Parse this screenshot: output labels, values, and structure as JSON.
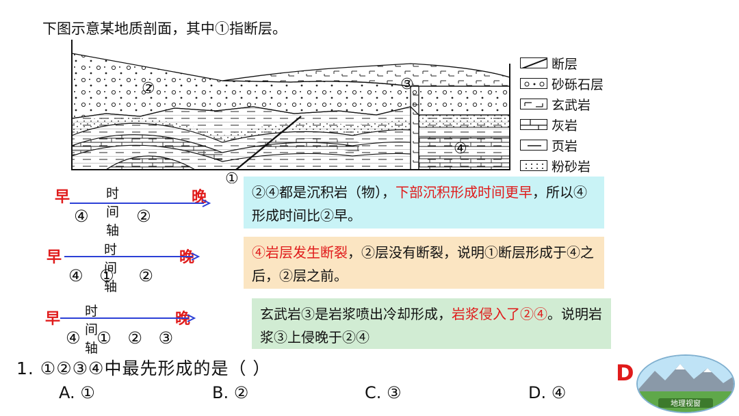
{
  "intro": "下图示意某地质剖面，其中①指断层。",
  "diagram": {
    "markers": [
      "①",
      "②",
      "③",
      "④"
    ]
  },
  "legend": [
    {
      "icon": "fault-swatch",
      "label": "断层"
    },
    {
      "icon": "gravel-swatch",
      "label": "砂砾石层"
    },
    {
      "icon": "basalt-swatch",
      "label": "玄武岩"
    },
    {
      "icon": "limestone-swatch",
      "label": "灰岩"
    },
    {
      "icon": "shale-swatch",
      "label": "页岩"
    },
    {
      "icon": "siltstone-swatch",
      "label": "粉砂岩"
    }
  ],
  "timelines": [
    {
      "early": "早",
      "axis": "时间轴",
      "late": "晚",
      "order": [
        "④",
        "②"
      ]
    },
    {
      "early": "早",
      "axis": "时间轴",
      "late": "晚",
      "order": [
        "④",
        "①",
        "②"
      ]
    },
    {
      "early": "早",
      "axis": "时间轴",
      "late": "晚",
      "order": [
        "④",
        "①",
        "②",
        "③"
      ]
    }
  ],
  "notes": [
    {
      "part1": "②④都是沉积岩（物），",
      "part2": "下部沉积形成时间更早",
      "part3": "，所以④形成时间比②早。",
      "bg": "#c9f3f6"
    },
    {
      "part1": "④岩层发生断裂",
      "part2": "，②层没有断裂，说明①断层形成于④之后，②层之前。",
      "bg": "#fbe5c2"
    },
    {
      "part1": "玄武岩③是岩浆喷出冷却形成，",
      "part2": "岩浆侵入了②④",
      "part3": "。说明岩浆③上侵晚于②④",
      "bg": "#d1ecd3"
    }
  ],
  "question": "1. ①②③④中最先形成的是（    ）",
  "options": [
    "A. ①",
    "B. ②",
    "C. ③",
    "D. ④"
  ],
  "answer": "D",
  "badge_text": "地理视窗",
  "colors": {
    "red": "#e01b1b",
    "axis_blue": "#2b3fd6"
  }
}
